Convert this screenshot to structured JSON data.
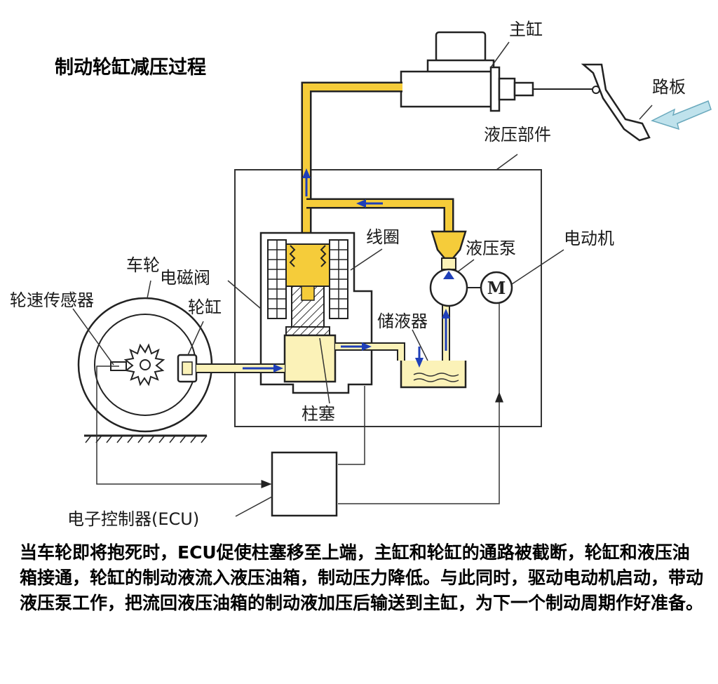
{
  "title": "制动轮缸减压过程",
  "labels": {
    "master_cylinder": "主缸",
    "pedal": "路板",
    "hydraulic_unit": "液压部件",
    "coil": "线圈",
    "pump": "液压泵",
    "motor": "电动机",
    "motor_symbol": "M",
    "wheel": "车轮",
    "solenoid_valve": "电磁阀",
    "wheel_cylinder": "轮缸",
    "wheel_speed_sensor": "轮速传感器",
    "reservoir": "储液器",
    "piston": "柱塞",
    "ecu": "电子控制器(ECU)"
  },
  "colors": {
    "fluid": "#f5cc3a",
    "fluid_light": "#fbf2b8",
    "flow_arrow": "#1f3fb8",
    "line": "#222222",
    "pedal_arrow": "#bfe2ec"
  },
  "caption": "当车轮即将抱死时，ECU促使柱塞移至上端，主缸和轮缸的通路被截断，轮缸和液压油箱接通，轮缸的制动液流入液压油箱，制动压力降低。与此同时，驱动电动机启动，带动液压泵工作，把流回液压油箱的制动液加压后输送到主缸，为下一个制动周期作好准备。"
}
